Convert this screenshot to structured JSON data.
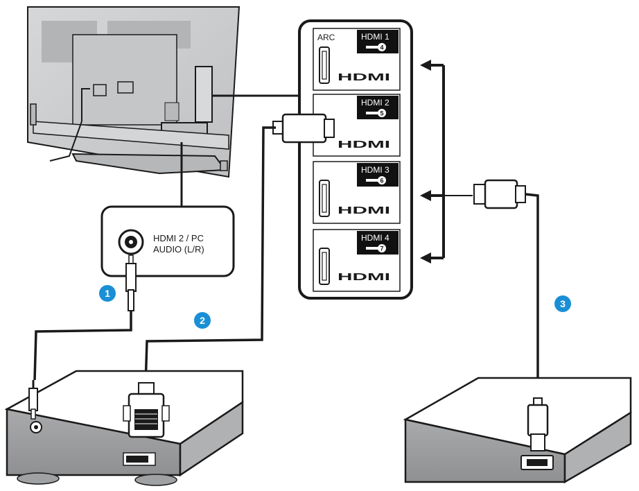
{
  "panel": {
    "arc_label": "ARC",
    "ports": [
      {
        "label": "HDMI 1",
        "number": "4"
      },
      {
        "label": "HDMI 2",
        "number": "5"
      },
      {
        "label": "HDMI 3",
        "number": "6"
      },
      {
        "label": "HDMI 4",
        "number": "7"
      }
    ],
    "logo_text": "HDMI"
  },
  "audio_jack": {
    "line1": "HDMI 2 / PC",
    "line2": "AUDIO (L/R)"
  },
  "steps": [
    "1",
    "2",
    "3"
  ],
  "colors": {
    "step_badge": "#1a8fd6",
    "port_label_bg": "#111111",
    "tv_body": "#c9cacb",
    "device_front": "#9d9ea0",
    "device_top": "#ffffff",
    "outline": "#1a1a1a"
  }
}
